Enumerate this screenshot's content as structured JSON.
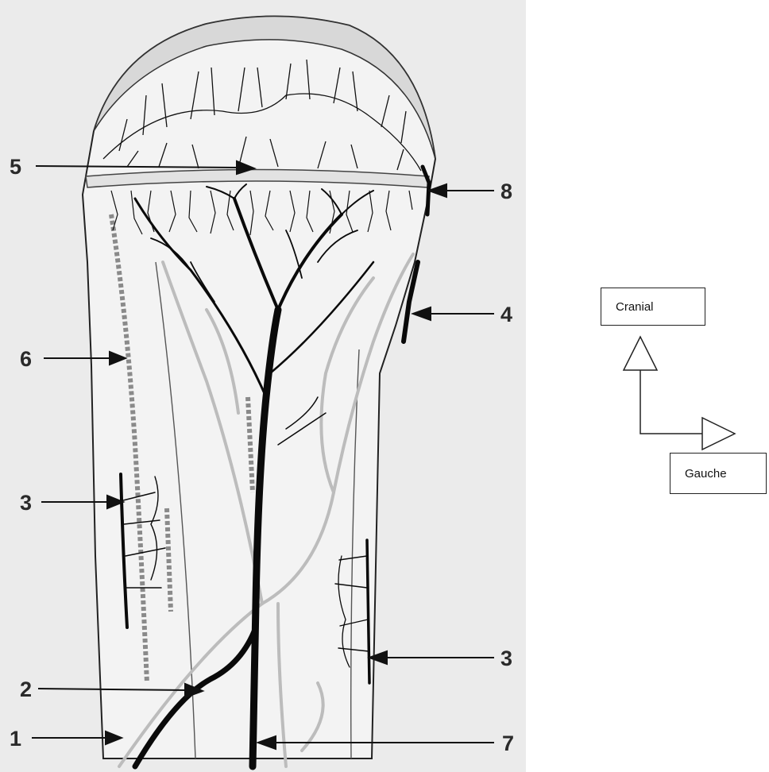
{
  "labels": {
    "l1": "1",
    "l2": "2",
    "l3a": "3",
    "l3b": "3",
    "l4": "4",
    "l5": "5",
    "l6": "6",
    "l7": "7",
    "l8": "8"
  },
  "orientation": {
    "up": "Cranial",
    "side": "Gauche"
  },
  "colors": {
    "background": "#ebebeb",
    "bone": "#f3f3f3",
    "vessel": "#0a0a0a",
    "vessel_light": "#bcbcbc"
  }
}
